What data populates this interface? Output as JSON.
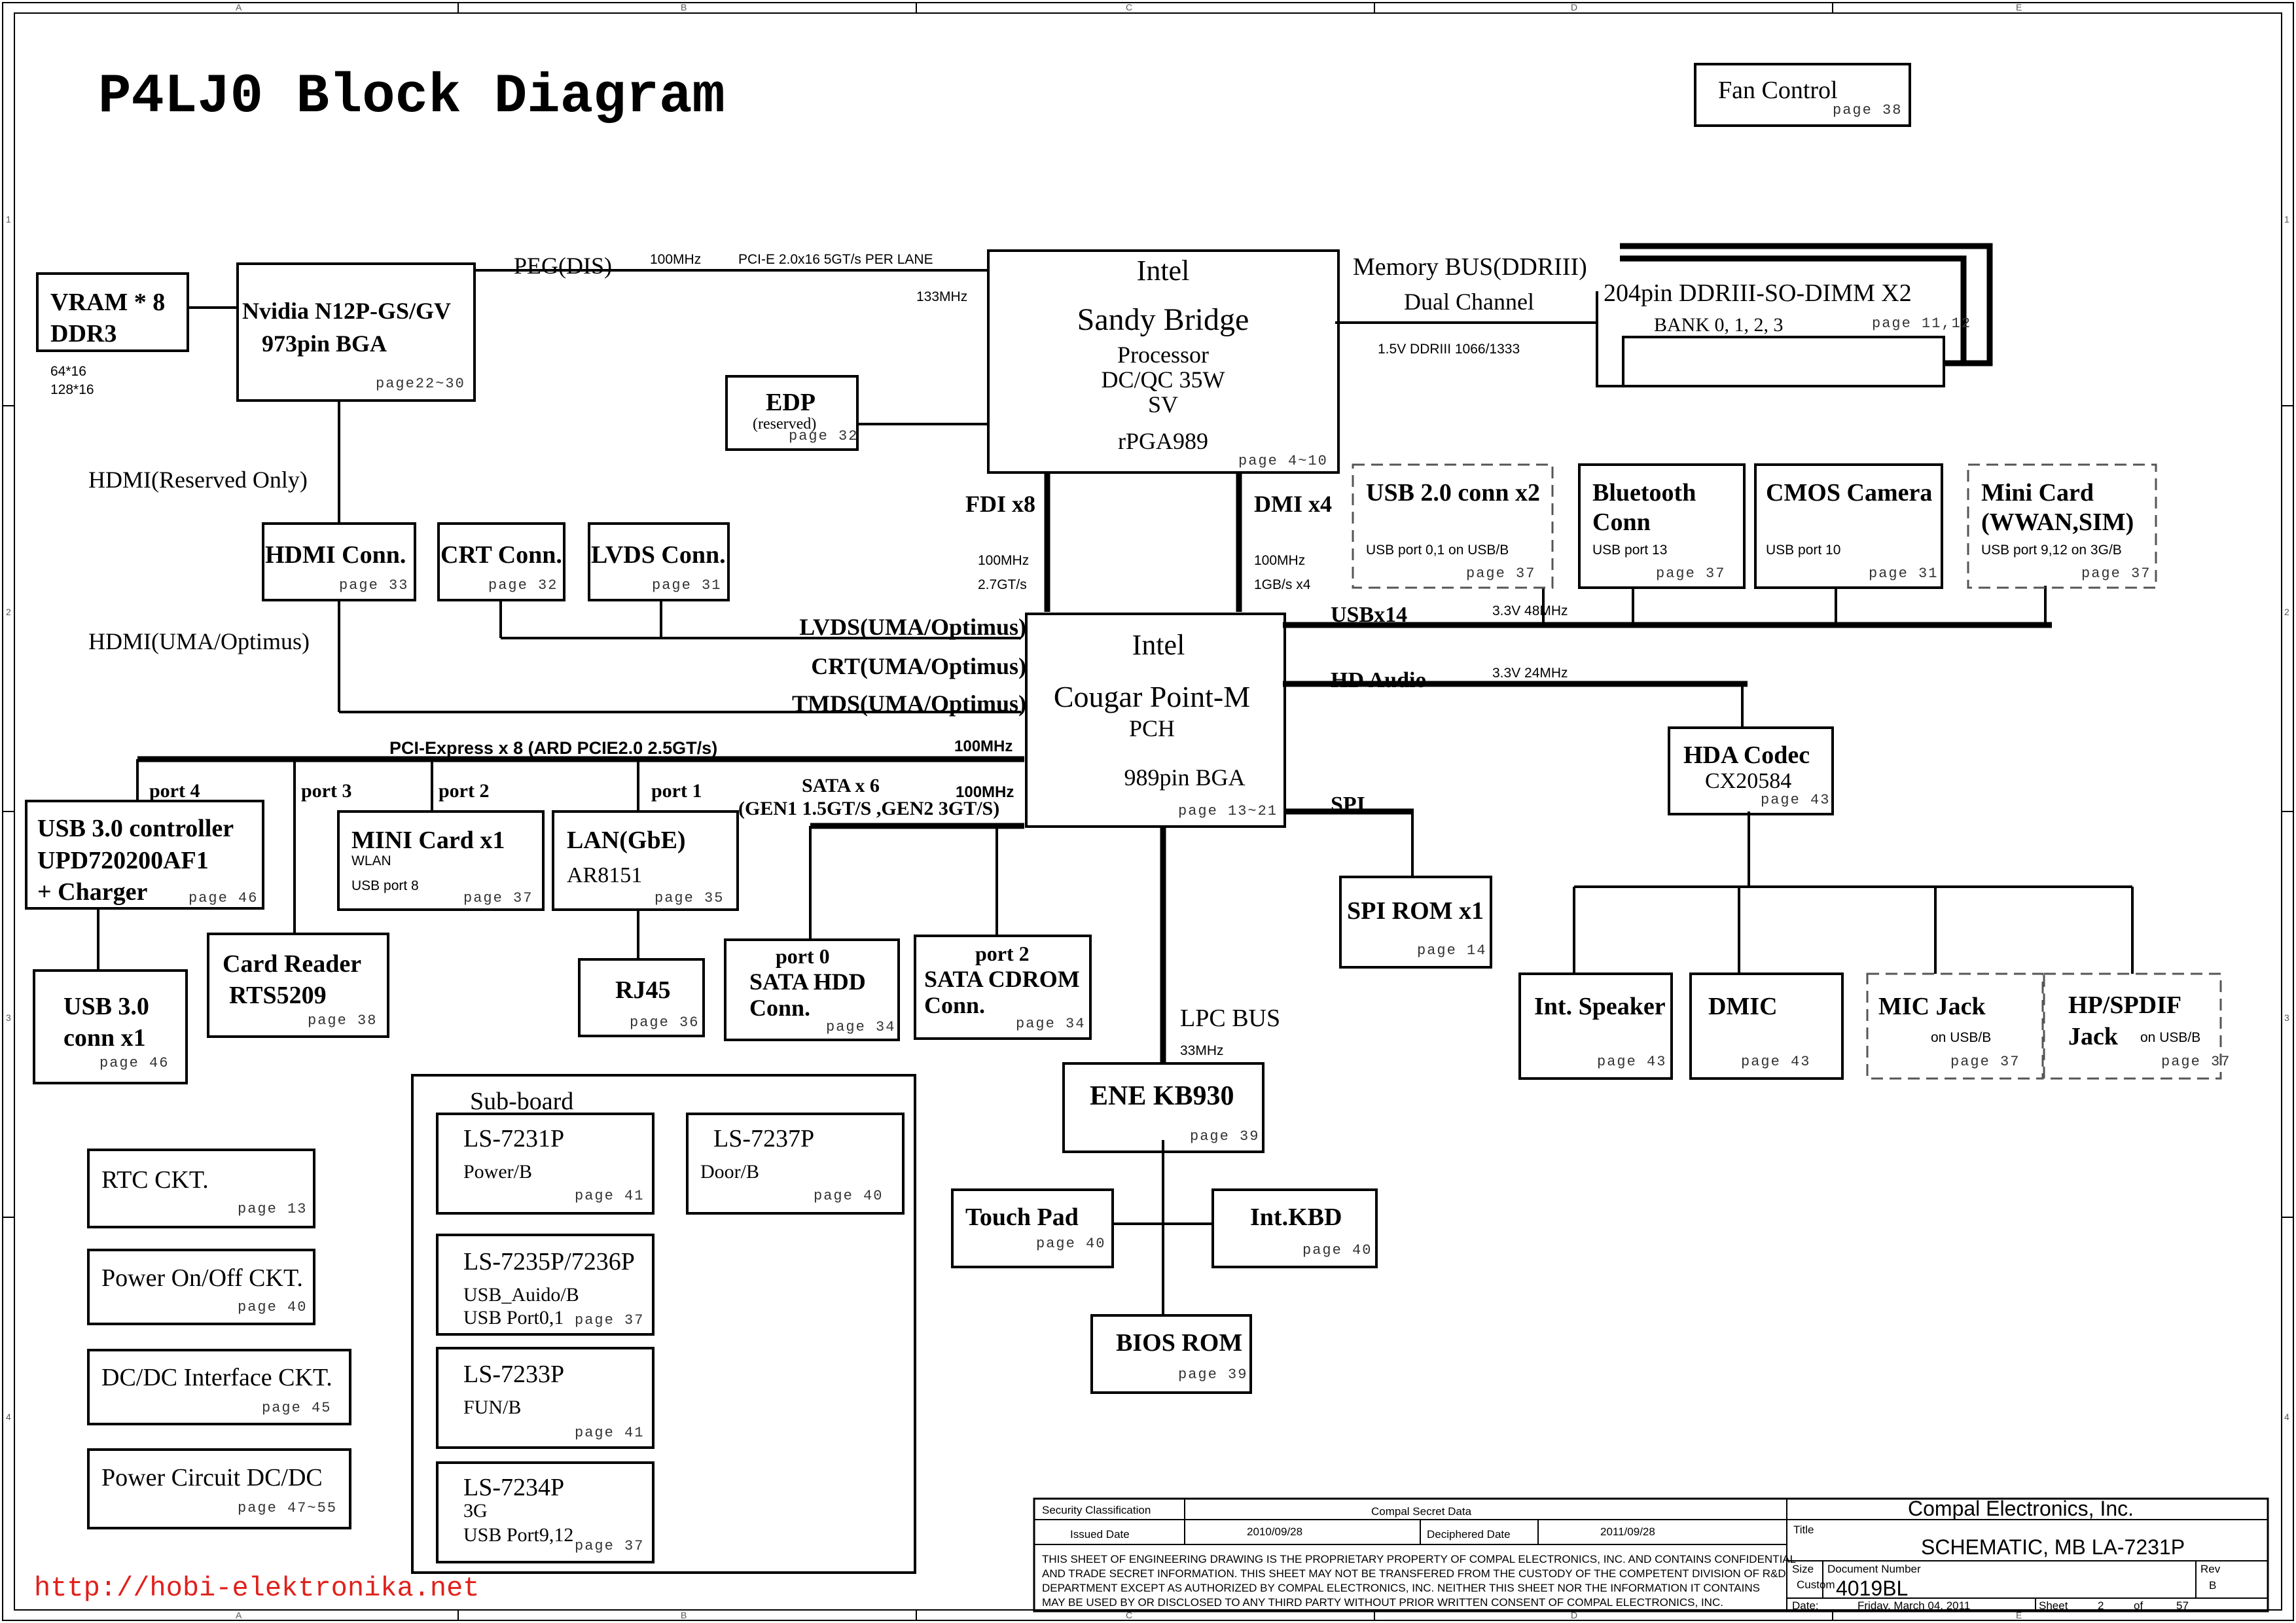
{
  "title": "P4LJ0 Block Diagram",
  "border": {
    "cols": [
      "A",
      "B",
      "C",
      "D",
      "E"
    ],
    "rows": [
      "1",
      "2",
      "3",
      "4"
    ]
  },
  "blocks": {
    "fan": {
      "name": "Fan Control",
      "page": "page 38"
    },
    "vram": {
      "l1": "VRAM * 8",
      "l2": "DDR3",
      "n1": "64*16",
      "n2": "128*16"
    },
    "nvidia": {
      "l1": "Nvidia N12P-GS/GV",
      "l2": "973pin BGA",
      "page": "page22~30"
    },
    "cpu": {
      "l1": "Intel",
      "l2": "Sandy Bridge",
      "l3": "Processor",
      "l4": "DC/QC 35W",
      "l5": "SV",
      "l6": "rPGA989",
      "page": "page 4~10"
    },
    "dimm": {
      "l1": "204pin DDRIII-SO-DIMM X2",
      "l2": "BANK 0, 1, 2, 3",
      "page": "page 11,12"
    },
    "edp": {
      "l1": "EDP",
      "l2": "(reserved)",
      "page": "page 32"
    },
    "hdmi_conn": {
      "name": "HDMI Conn.",
      "page": "page 33"
    },
    "crt_conn": {
      "name": "CRT Conn.",
      "page": "page 32"
    },
    "lvds_conn": {
      "name": "LVDS Conn.",
      "page": "page 31"
    },
    "pch": {
      "l1": "Intel",
      "l2": "Cougar Point-M",
      "l3": "PCH",
      "l4": "989pin BGA",
      "page": "page 13~21"
    },
    "usb2": {
      "name": "USB 2.0 conn x2",
      "note": "USB port 0,1 on USB/B",
      "page": "page 37"
    },
    "bt": {
      "l1": "Bluetooth",
      "l2": "Conn",
      "note": "USB port 13",
      "page": "page 37"
    },
    "cam": {
      "name": "CMOS Camera",
      "note": "USB port 10",
      "page": "page 31"
    },
    "minicard": {
      "l1": "Mini Card",
      "l2": "(WWAN,SIM)",
      "note": "USB port 9,12 on 3G/B",
      "page": "page 37"
    },
    "hda": {
      "l1": "HDA Codec",
      "l2": "CX20584",
      "page": "page 43"
    },
    "usb3": {
      "l1": "USB 3.0 controller",
      "l2": "UPD720200AF1",
      "l3": "+ Charger",
      "page": "page 46"
    },
    "usb3conn": {
      "l1": "USB 3.0",
      "l2": "conn x1",
      "page": "page 46"
    },
    "cardreader": {
      "l1": "Card Reader",
      "l2": "RTS5209",
      "page": "page 38"
    },
    "minicard1": {
      "l1": "MINI Card x1",
      "l2": "WLAN",
      "l3": "USB port 8",
      "page": "page 37"
    },
    "lan": {
      "l1": "LAN(GbE)",
      "l2": "AR8151",
      "page": "page 35"
    },
    "rj45": {
      "name": "RJ45",
      "page": "page 36"
    },
    "hdd": {
      "l1": "port 0",
      "l2": "SATA HDD",
      "l3": "Conn.",
      "page": "page 34"
    },
    "cdrom": {
      "l1": "port 2",
      "l2": "SATA CDROM",
      "l3": "Conn.",
      "page": "page 34"
    },
    "spirom": {
      "name": "SPI ROM x1",
      "page": "page 14"
    },
    "speaker": {
      "name": "Int. Speaker",
      "page": "page 43"
    },
    "dmic": {
      "name": "DMIC",
      "page": "page 43"
    },
    "micjack": {
      "l1": "MIC Jack",
      "l2": "on USB/B",
      "page": "page 37"
    },
    "hpjack": {
      "l1": "HP/SPDIF",
      "l2": "Jack",
      "l3": "on USB/B",
      "page": "page 37"
    },
    "ec": {
      "name": "ENE KB930",
      "page": "page 39"
    },
    "touchpad": {
      "name": "Touch Pad",
      "page": "page 40"
    },
    "kbd": {
      "name": "Int.KBD",
      "page": "page 40"
    },
    "bios": {
      "name": "BIOS ROM",
      "page": "page 39"
    },
    "rtc": {
      "name": "RTC CKT.",
      "page": "page 13"
    },
    "pwronoff": {
      "name": "Power On/Off CKT.",
      "page": "page 40"
    },
    "dcdcif": {
      "name": "DC/DC Interface CKT.",
      "page": "page 45"
    },
    "pwrckt": {
      "name": "Power Circuit DC/DC",
      "page": "page 47~55"
    }
  },
  "subboard": {
    "label": "Sub-board",
    "b7231": {
      "l1": "LS-7231P",
      "l2": "Power/B",
      "page": "page 41"
    },
    "b7237": {
      "l1": "LS-7237P",
      "l2": "Door/B",
      "page": "page 40"
    },
    "b7235": {
      "l1": "LS-7235P/7236P",
      "l2": "USB_Auido/B",
      "l3": "USB Port0,1",
      "page": "page 37"
    },
    "b7233": {
      "l1": "LS-7233P",
      "l2": "FUN/B",
      "page": "page 41"
    },
    "b7234": {
      "l1": "LS-7234P",
      "l2": "3G",
      "l3": "USB Port9,12",
      "page": "page 37"
    }
  },
  "labels": {
    "peg": "PEG(DIS)",
    "peg_clk": "100MHz",
    "peg_spec": "PCI-E 2.0x16   5GT/s PER LANE",
    "peg_133": "133MHz",
    "mem_bus": "Memory BUS(DDRIII)",
    "dual": "Dual Channel",
    "ddr_speed": "1.5V DDRIII 1066/1333",
    "hdmi_reserved": "HDMI(Reserved Only)",
    "hdmi_uma": "HDMI(UMA/Optimus)",
    "fdi": "FDI x8",
    "fdi_c1": "100MHz",
    "fdi_c2": "2.7GT/s",
    "dmi": "DMI x4",
    "dmi_c1": "100MHz",
    "dmi_c2": "1GB/s x4",
    "lvds_uma": "LVDS(UMA/Optimus)",
    "crt_uma": "CRT(UMA/Optimus)",
    "tmds_uma": "TMDS(UMA/Optimus)",
    "usbx14": "USBx14",
    "usb_clk": "3.3V 48MHz",
    "hd_audio": "HD Audio",
    "hda_clk": "3.3V 24MHz",
    "pcie8": "PCI-Express x 8  (ARD PCIE2.0 2.5GT/s)",
    "pcie_clk": "100MHz",
    "port4": "port 4",
    "port3": "port 3",
    "port2": "port 2",
    "port1": "port 1",
    "sata6": "SATA x 6",
    "sata_spec": "(GEN1 1.5GT/S ,GEN2 3GT/S)",
    "sata_clk": "100MHz",
    "spi": "SPI",
    "lpc": "LPC BUS",
    "lpc_clk": "33MHz",
    "watermark": "http://hobi-elektronika.net"
  },
  "titleblock": {
    "sec_label": "Security Classification",
    "sec_value": "Compal Secret Data",
    "company": "Compal Electronics, Inc.",
    "issued_label": "Issued Date",
    "issued_value": "2010/09/28",
    "deciph_label": "Deciphered Date",
    "deciph_value": "2011/09/28",
    "title_label": "Title",
    "title_value": "SCHEMATIC, MB LA-7231P",
    "notice1": "THIS SHEET OF ENGINEERING DRAWING IS THE PROPRIETARY PROPERTY OF COMPAL ELECTRONICS, INC. AND CONTAINS CONFIDENTIAL",
    "notice2": "AND TRADE SECRET INFORMATION. THIS SHEET MAY NOT BE TRANSFERED FROM THE CUSTODY OF THE COMPETENT DIVISION OF R&D",
    "notice3": "DEPARTMENT EXCEPT AS AUTHORIZED BY COMPAL ELECTRONICS, INC. NEITHER THIS SHEET NOR THE INFORMATION IT CONTAINS",
    "notice4": "MAY BE USED BY OR DISCLOSED TO ANY THIRD PARTY WITHOUT PRIOR WRITTEN CONSENT OF COMPAL ELECTRONICS, INC.",
    "size_label": "Size",
    "size_value": "Custom",
    "docnum_label": "Document Number",
    "docnum_value": "4019BL",
    "rev_label": "Rev",
    "rev_value": "B",
    "date_label": "Date:",
    "date_value": "Friday, March 04, 2011",
    "sheet_label": "Sheet",
    "sheet_num": "2",
    "of_label": "of",
    "sheet_total": "57"
  }
}
